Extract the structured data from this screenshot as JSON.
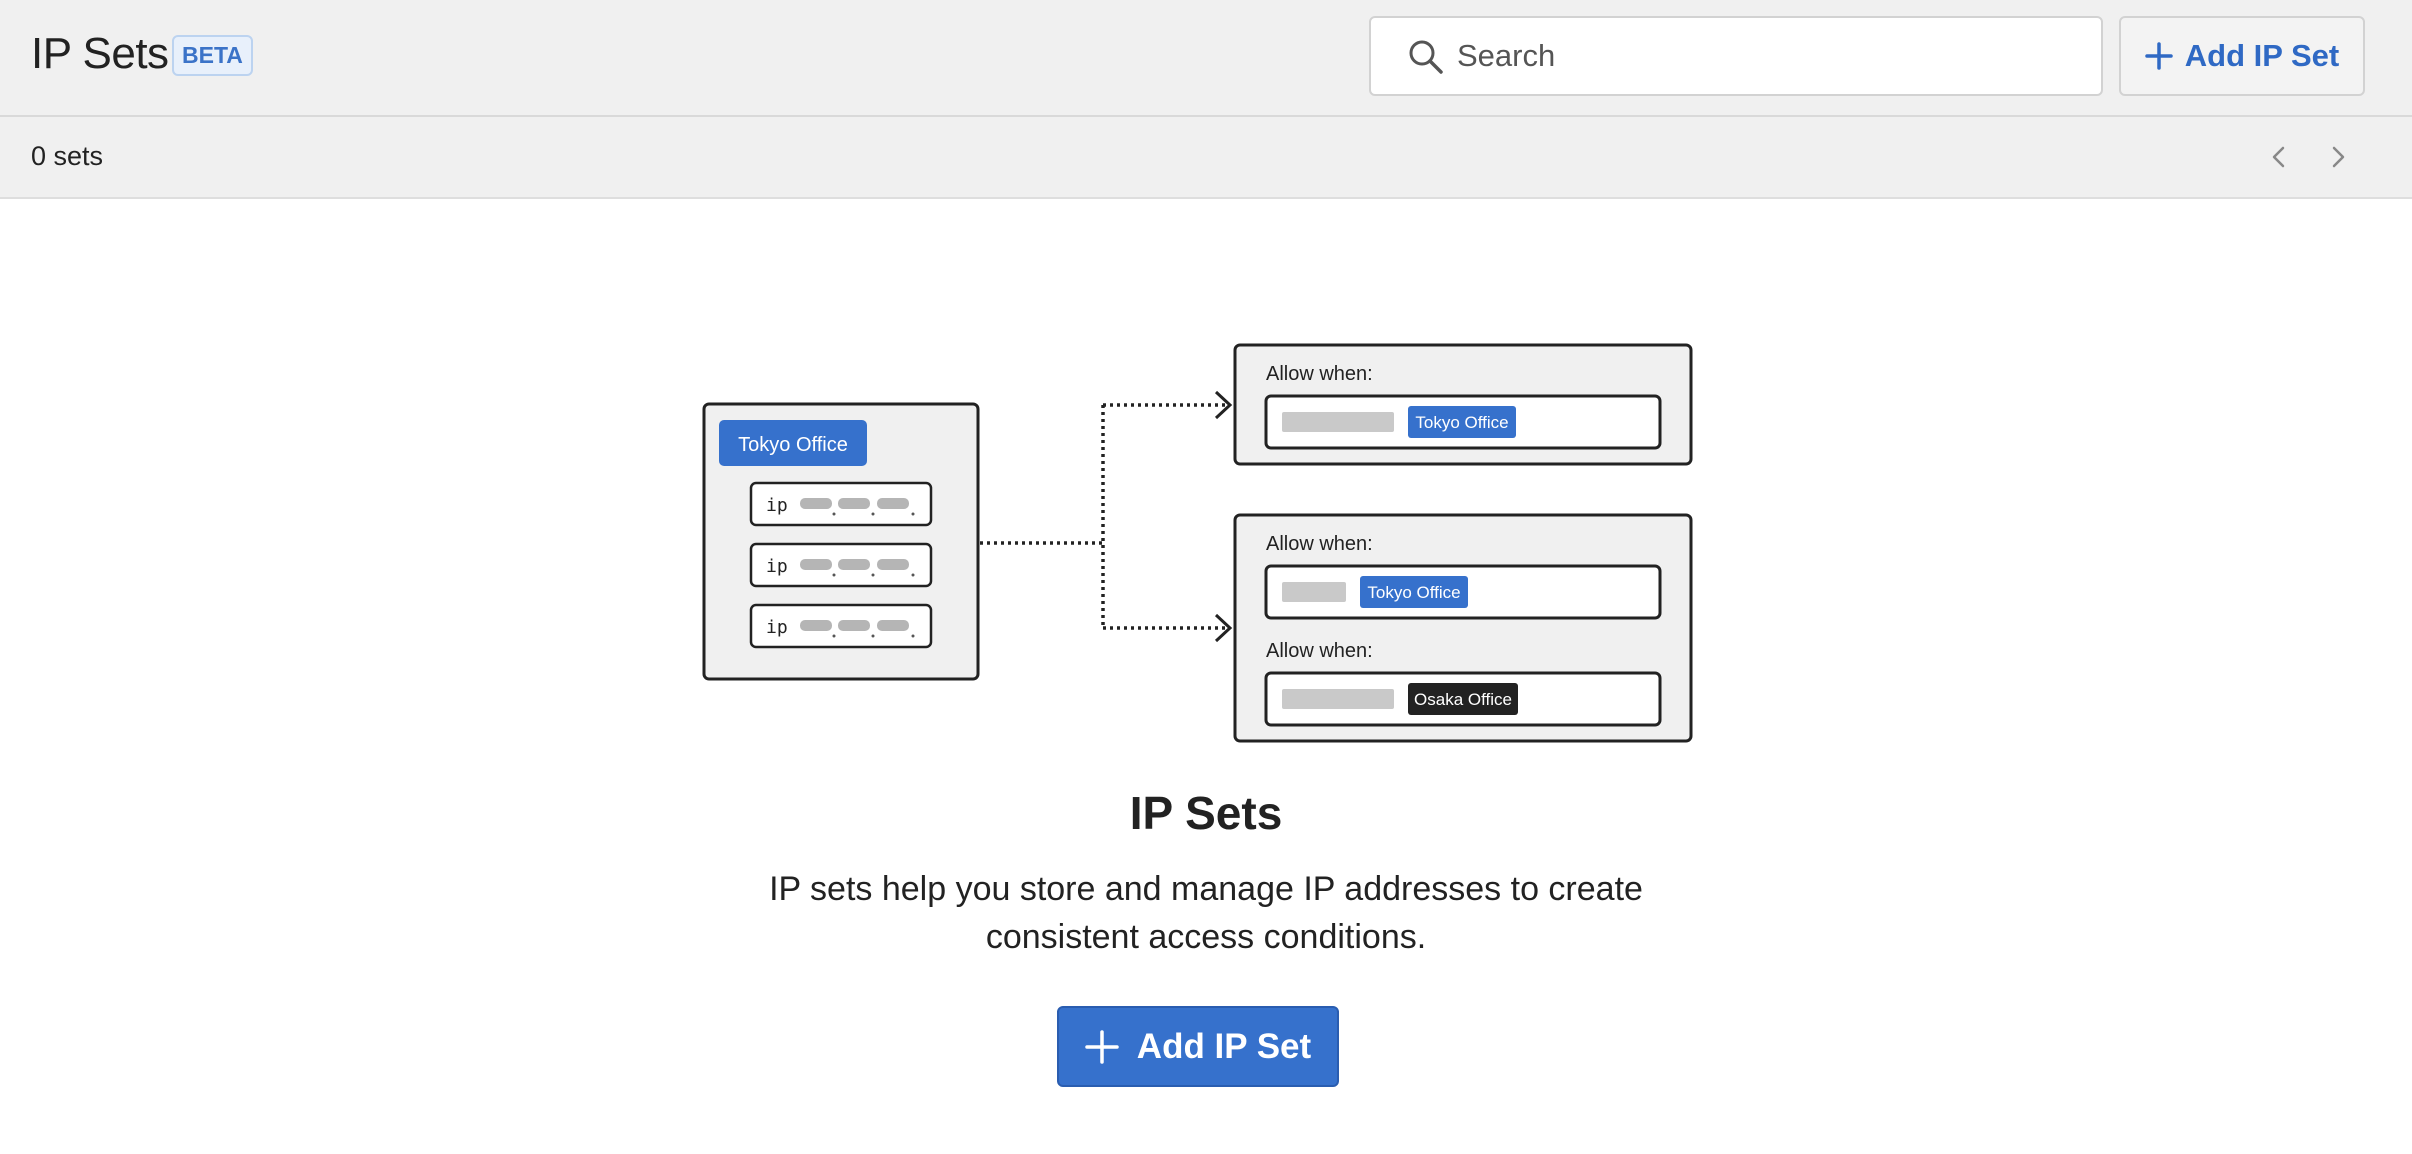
{
  "header": {
    "title": "IP Sets",
    "badge": "BETA",
    "search_placeholder": "Search",
    "add_button_label": "Add IP Set"
  },
  "subheader": {
    "count_text": "0 sets"
  },
  "illustration": {
    "source_label": "Tokyo Office",
    "ip_prefix": "ip",
    "allow_label": "Allow when:",
    "tag_tokyo": "Tokyo Office",
    "tag_osaka": "Osaka Office"
  },
  "empty_state": {
    "title": "IP Sets",
    "description": "IP sets help you store and manage IP addresses to create consistent access conditions.",
    "button_label": "Add IP Set"
  },
  "colors": {
    "accent": "#3671cc",
    "dark_tag": "#222222",
    "panel_bg": "#f0f0f0"
  }
}
